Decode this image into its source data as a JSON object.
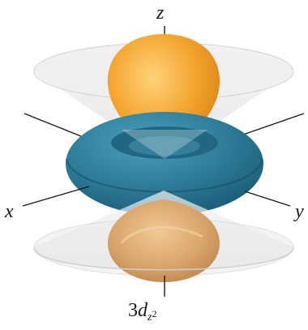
{
  "axes": {
    "z": "z",
    "x": "x",
    "y": "y"
  },
  "orbital": {
    "prefix": "3",
    "letter": "d",
    "subscript": "z",
    "superscript": "2"
  },
  "colors": {
    "lobe_orange": "#f3a52e",
    "lobe_orange_dark": "#e08a17",
    "lower_lobe_tan": "#d8a46a",
    "torus_teal": "#2c7a96",
    "torus_dark": "#1c5f78",
    "cone_gray": "#e6e6e6",
    "axis_line": "#1a1a1a"
  }
}
